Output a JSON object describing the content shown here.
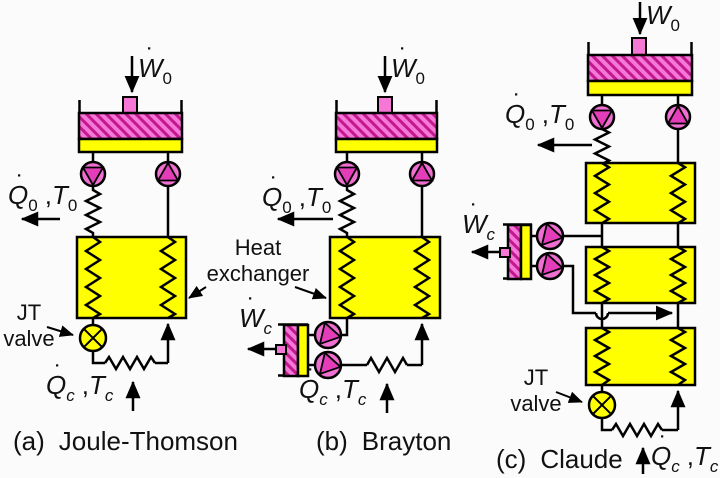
{
  "page": {
    "background": "#fbfbfb"
  },
  "colors": {
    "bg": "#fbfbfb",
    "ink": "#000000",
    "yellow": "#ffff00",
    "pink": "#f577d6",
    "pink_hatch": "#c3188f",
    "valve_fill": "#ef6fd0",
    "valve_tri": "#e43db9"
  },
  "math": {
    "dot": "˙",
    "W": "W",
    "Q": "Q",
    "T": "T",
    "zero": "0",
    "c": "c",
    "comma": ","
  },
  "annotations": {
    "heat_exchanger": {
      "line1": "Heat",
      "line2": "exchanger"
    },
    "jt_valve": {
      "line1": "JT",
      "line2": "valve"
    }
  },
  "captions": {
    "a": {
      "tag": "(a)",
      "name": "Joule-Thomson"
    },
    "b": {
      "tag": "(b)",
      "name": "Brayton"
    },
    "c": {
      "tag": "(c)",
      "name": "Claude"
    }
  }
}
